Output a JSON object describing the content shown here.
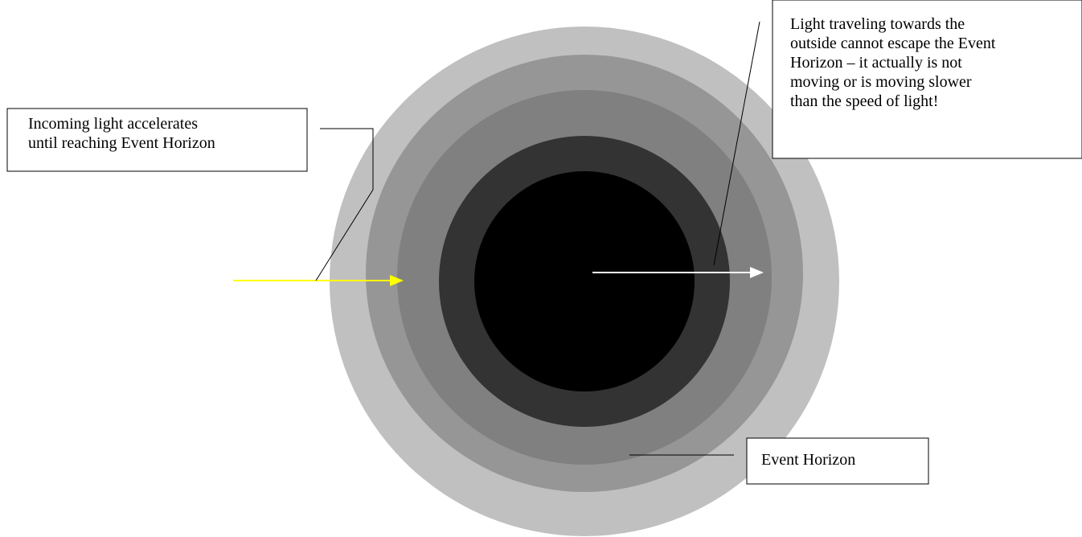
{
  "diagram": {
    "callouts": {
      "incoming_light": "Incoming light accelerates\nuntil reaching Event Horizon",
      "outgoing_light": "Light traveling towards the\noutside cannot escape the Event\nHorizon – it actually is not\nmoving or is moving slower\nthan the speed of light!",
      "event_horizon": "Event Horizon"
    },
    "colors": {
      "ring_outer": "#c0c0c0",
      "ring_2": "#969696",
      "ring_3": "#808080",
      "ring_4": "#333333",
      "core": "#000000",
      "incoming_arrow": "#ffff00",
      "outgoing_arrow": "#ffffff",
      "leader_lines": "#000000",
      "callout_border": "#000000"
    }
  }
}
